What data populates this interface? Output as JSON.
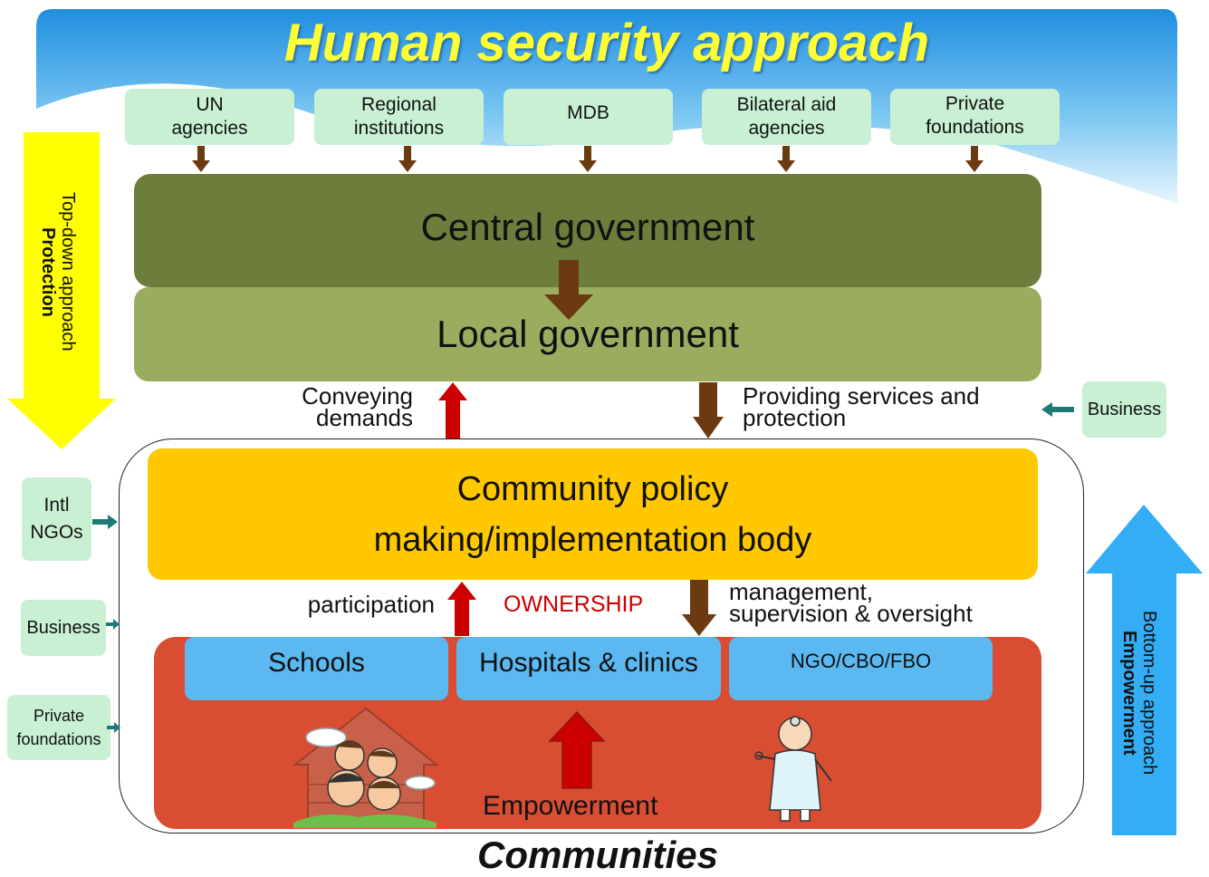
{
  "title": "Human security approach",
  "donors": [
    "UN\nagencies",
    "Regional\ninstitutions",
    "MDB",
    "Bilateral aid\nagencies",
    "Private\nfoundations"
  ],
  "central": "Central government",
  "local": "Local government",
  "conveying": "Conveying\ndemands",
  "providing": "Providing services and\nprotection",
  "business_right": "Business",
  "topdown": {
    "line1": "Top-down approach",
    "line2": "Protection"
  },
  "bottomup": {
    "line1": "Bottom-up approach",
    "line2": "Empowerment"
  },
  "left_actors": {
    "intl": "Intl\nNGOs",
    "business": "Business",
    "private": "Private\nfoundations"
  },
  "community_body": {
    "line1": "Community policy",
    "line2": "making/implementation body"
  },
  "participation": "participation",
  "ownership": "OWNERSHIP",
  "management": "management,\nsupervision & oversight",
  "services": [
    "Schools",
    "Hospitals & clinics",
    "NGO/CBO/FBO"
  ],
  "empowerment": "Empowerment",
  "communities": "Communities",
  "colors": {
    "sky": "#3aa3e3",
    "central": "#6c7d3c",
    "local": "#9aad5e",
    "community_body": "#ffc800",
    "red_block": "#d94e33",
    "service_box": "#5bb8f0",
    "donor_box": "#c9f0d3",
    "topdown_arrow": "#ffff00",
    "bottomup_arrow": "#33aef6",
    "brown_arrow": "#6b3a10",
    "red_arrow": "#cc0000",
    "teal_arrow": "#1e7a72",
    "title_text": "#ffff33"
  }
}
